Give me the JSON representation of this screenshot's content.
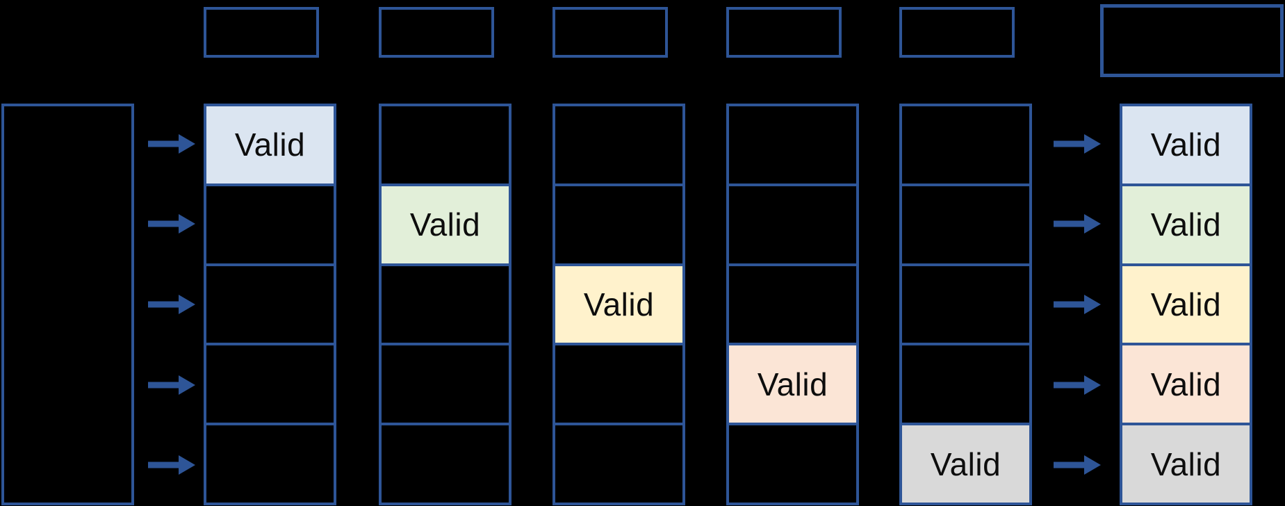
{
  "diagram": {
    "valid_label": "Valid",
    "background_color": "#000000",
    "border_color": "#2e5597",
    "arrow_color": "#2e5597",
    "cell_text_color": "#0d0d0d",
    "fill_colors": {
      "blue": "#dbe5f1",
      "green": "#e2efd9",
      "yellow": "#fff2cc",
      "peach": "#fbe5d6",
      "gray": "#d9d9d9"
    },
    "rows_per_column": 5,
    "columns": [
      {
        "valid_cells": {
          "0": "blue"
        }
      },
      {
        "valid_cells": {
          "1": "green"
        }
      },
      {
        "valid_cells": {
          "2": "yellow"
        }
      },
      {
        "valid_cells": {
          "3": "peach"
        }
      },
      {
        "valid_cells": {
          "4": "gray"
        }
      },
      {
        "valid_cells": {
          "0": "blue",
          "1": "green",
          "2": "yellow",
          "3": "peach",
          "4": "gray"
        }
      }
    ],
    "top_box_count": 5,
    "left_arrow_rows": [
      0,
      1,
      2,
      3,
      4
    ],
    "right_arrow_rows": [
      0,
      1,
      2,
      3,
      4
    ]
  }
}
